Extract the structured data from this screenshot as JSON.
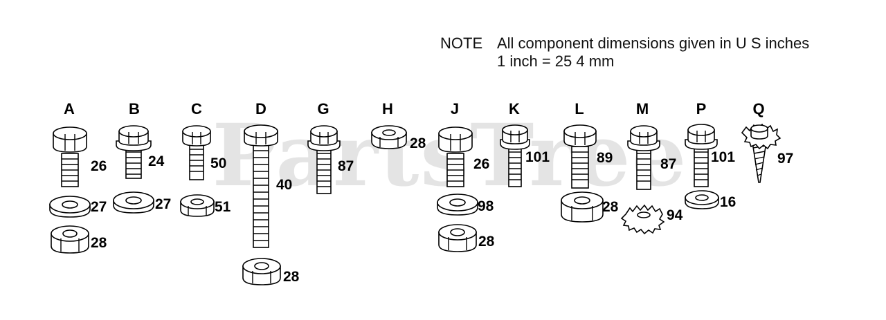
{
  "watermark": "PartsTree",
  "note": {
    "label": "NOTE",
    "line1": "All component dimensions given in U S  inches",
    "line2": "1 inch = 25 4 mm"
  },
  "columns": [
    {
      "letter": "A",
      "parts": [
        "26",
        "27",
        "28"
      ]
    },
    {
      "letter": "B",
      "parts": [
        "24",
        "27"
      ]
    },
    {
      "letter": "C",
      "parts": [
        "50",
        "51"
      ]
    },
    {
      "letter": "D",
      "parts": [
        "40",
        "28"
      ]
    },
    {
      "letter": "G",
      "parts": [
        "87"
      ]
    },
    {
      "letter": "H",
      "parts": [
        "28"
      ]
    },
    {
      "letter": "J",
      "parts": [
        "26",
        "98",
        "28"
      ]
    },
    {
      "letter": "K",
      "parts": [
        "101"
      ]
    },
    {
      "letter": "L",
      "parts": [
        "89",
        "28"
      ]
    },
    {
      "letter": "M",
      "parts": [
        "87",
        "94"
      ]
    },
    {
      "letter": "P",
      "parts": [
        "101",
        "16"
      ]
    },
    {
      "letter": "Q",
      "parts": [
        "97"
      ]
    }
  ]
}
